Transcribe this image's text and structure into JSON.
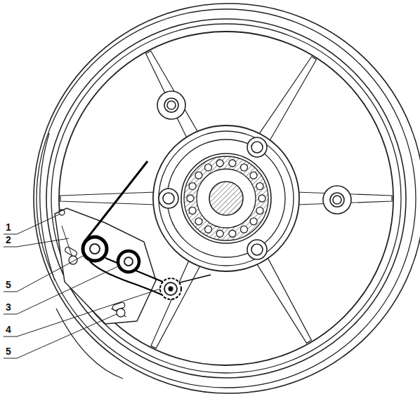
{
  "diagram": {
    "labels": [
      "1",
      "2",
      "5",
      "3",
      "4",
      "5"
    ]
  }
}
